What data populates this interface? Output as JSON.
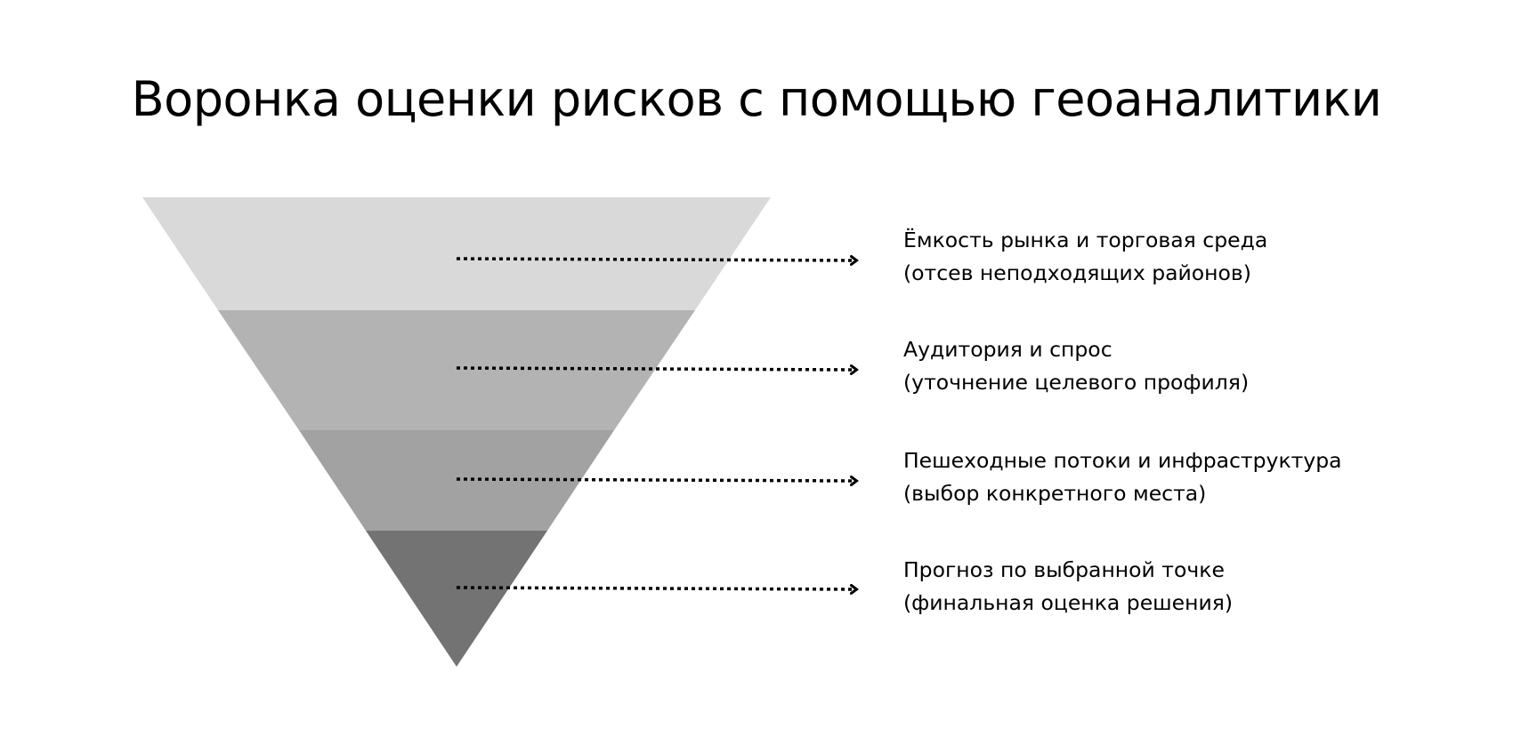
{
  "title": "Воронка оценки рисков с помощью геоаналитики",
  "funnel": {
    "stages": [
      {
        "heading": "Ёмкость рынка и торговая среда",
        "note": "(отсев неподходящих районов)",
        "color": "#d9d9d9"
      },
      {
        "heading": "Аудитория и спрос",
        "note": "(уточнение целевого профиля)",
        "color": "#b3b3b3"
      },
      {
        "heading": "Пешеходные потоки и инфраструктура",
        "note": "(выбор конкретного места)",
        "color": "#a2a2a2"
      },
      {
        "heading": "Прогноз по выбранной точке",
        "note": "(финальная оценка решения)",
        "color": "#737373"
      }
    ],
    "arrow_color": "#000000"
  }
}
